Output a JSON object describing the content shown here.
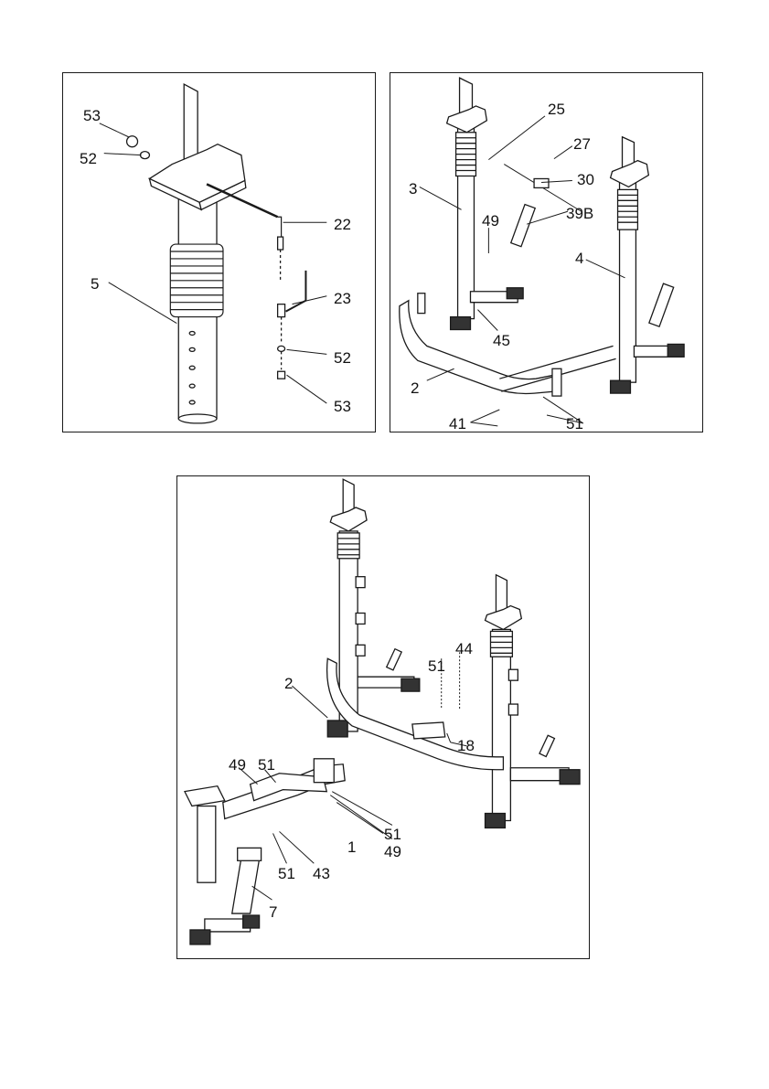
{
  "panels": {
    "a": {
      "labels": {
        "l53_top": "53",
        "l52_top": "52",
        "l5": "5",
        "l22": "22",
        "l23": "23",
        "l52_bot": "52",
        "l53_bot": "53"
      }
    },
    "b": {
      "labels": {
        "l25": "25",
        "l27": "27",
        "l3": "3",
        "l30": "30",
        "l49": "49",
        "l39b": "39B",
        "l4": "4",
        "l45": "45",
        "l2": "2",
        "l41": "41",
        "l51": "51"
      }
    },
    "c": {
      "labels": {
        "l2": "2",
        "l51_top": "51",
        "l44": "44",
        "l18": "18",
        "l49_left": "49",
        "l51_left": "51",
        "l51_right": "51",
        "l49_right": "49",
        "l1": "1",
        "l51_bot": "51",
        "l43": "43",
        "l7": "7"
      }
    }
  },
  "colors": {
    "line": "#1a1a1a",
    "fill": "#ffffff",
    "dark": "#333333"
  }
}
